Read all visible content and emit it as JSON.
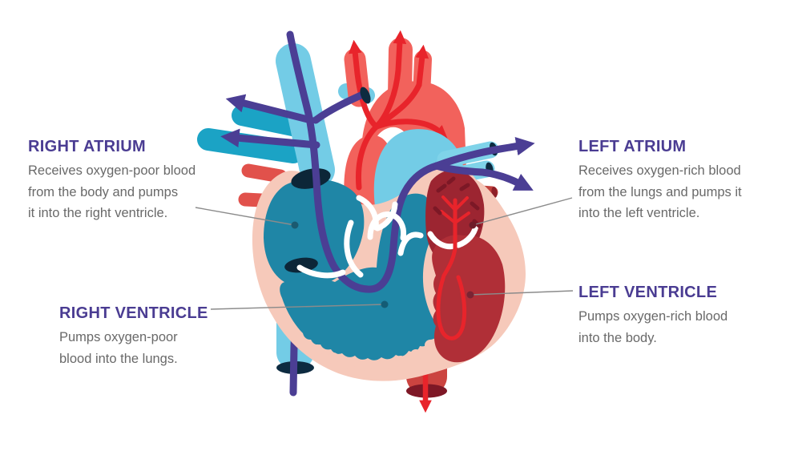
{
  "labels": {
    "right_atrium": {
      "heading": "RIGHT ATRIUM",
      "lines": [
        "Receives oxygen-poor blood",
        "from the body and pumps",
        "it into the right ventricle."
      ]
    },
    "left_atrium": {
      "heading": "LEFT ATRIUM",
      "lines": [
        "Receives oxygen-rich blood",
        "from the lungs and pumps it",
        "into the left ventricle."
      ]
    },
    "right_ventricle": {
      "heading": "RIGHT VENTRICLE",
      "lines": [
        "Pumps oxygen-poor",
        "blood into the lungs."
      ]
    },
    "left_ventricle": {
      "heading": "LEFT VENTRICLE",
      "lines": [
        "Pumps oxygen-rich blood",
        "into the body."
      ]
    }
  },
  "colors": {
    "heading_purple": "#4a3c92",
    "body_gray": "#696969",
    "leader_gray": "#8b8b8b",
    "flow_purple": "#4b3e94",
    "flow_red": "#e8242b",
    "vena_cava_blue": "#73cce6",
    "pulmonary_tube_blue": "#7fd3e9",
    "pulmonary_artery_teal": "#1ba3c5",
    "chamber_teal": "#1f86a6",
    "aorta_salmon": "#f2625c",
    "pulmonary_vein_red": "#c0403c",
    "left_atrium_red": "#9c2531",
    "left_ventricle_red": "#b02f37",
    "vessel_opening_navy": "#0c2638",
    "heart_wall_pink": "#f6c9ba",
    "descending_aorta_red": "#cb4440"
  }
}
